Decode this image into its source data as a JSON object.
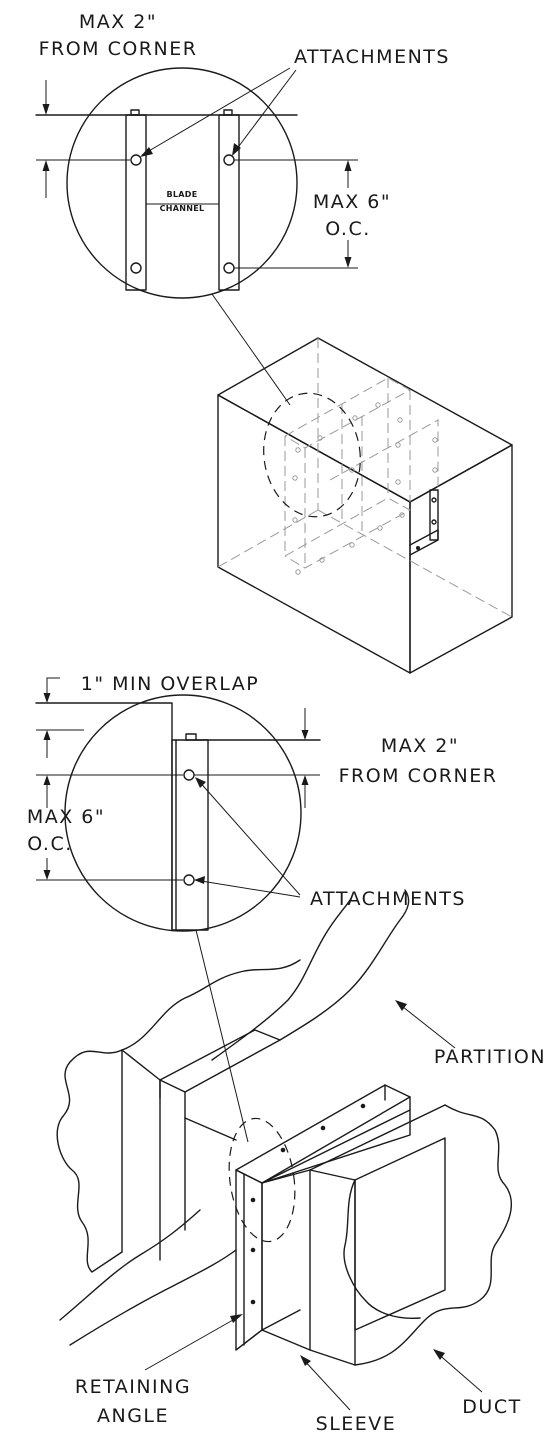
{
  "top_detail": {
    "label_max_from_corner_line1": "MAX 2\"",
    "label_max_from_corner_line2": "FROM CORNER",
    "label_attachments": "ATTACHMENTS",
    "label_spacing_line1": "MAX 6\"",
    "label_spacing_line2": "O.C.",
    "label_blade_line1": "BLADE",
    "label_blade_line2": "CHANNEL"
  },
  "bottom_detail": {
    "label_overlap": "1\" MIN OVERLAP",
    "label_max_from_corner_line1": "MAX 2\"",
    "label_max_from_corner_line2": "FROM CORNER",
    "label_spacing_line1": "MAX 6\"",
    "label_spacing_line2": "O.C.",
    "label_attachments": "ATTACHMENTS"
  },
  "assembly": {
    "label_partition": "PARTITION",
    "label_retaining_angle_line1": "RETAINING",
    "label_retaining_angle_line2": "ANGLE",
    "label_sleeve": "SLEEVE",
    "label_duct": "DUCT"
  }
}
